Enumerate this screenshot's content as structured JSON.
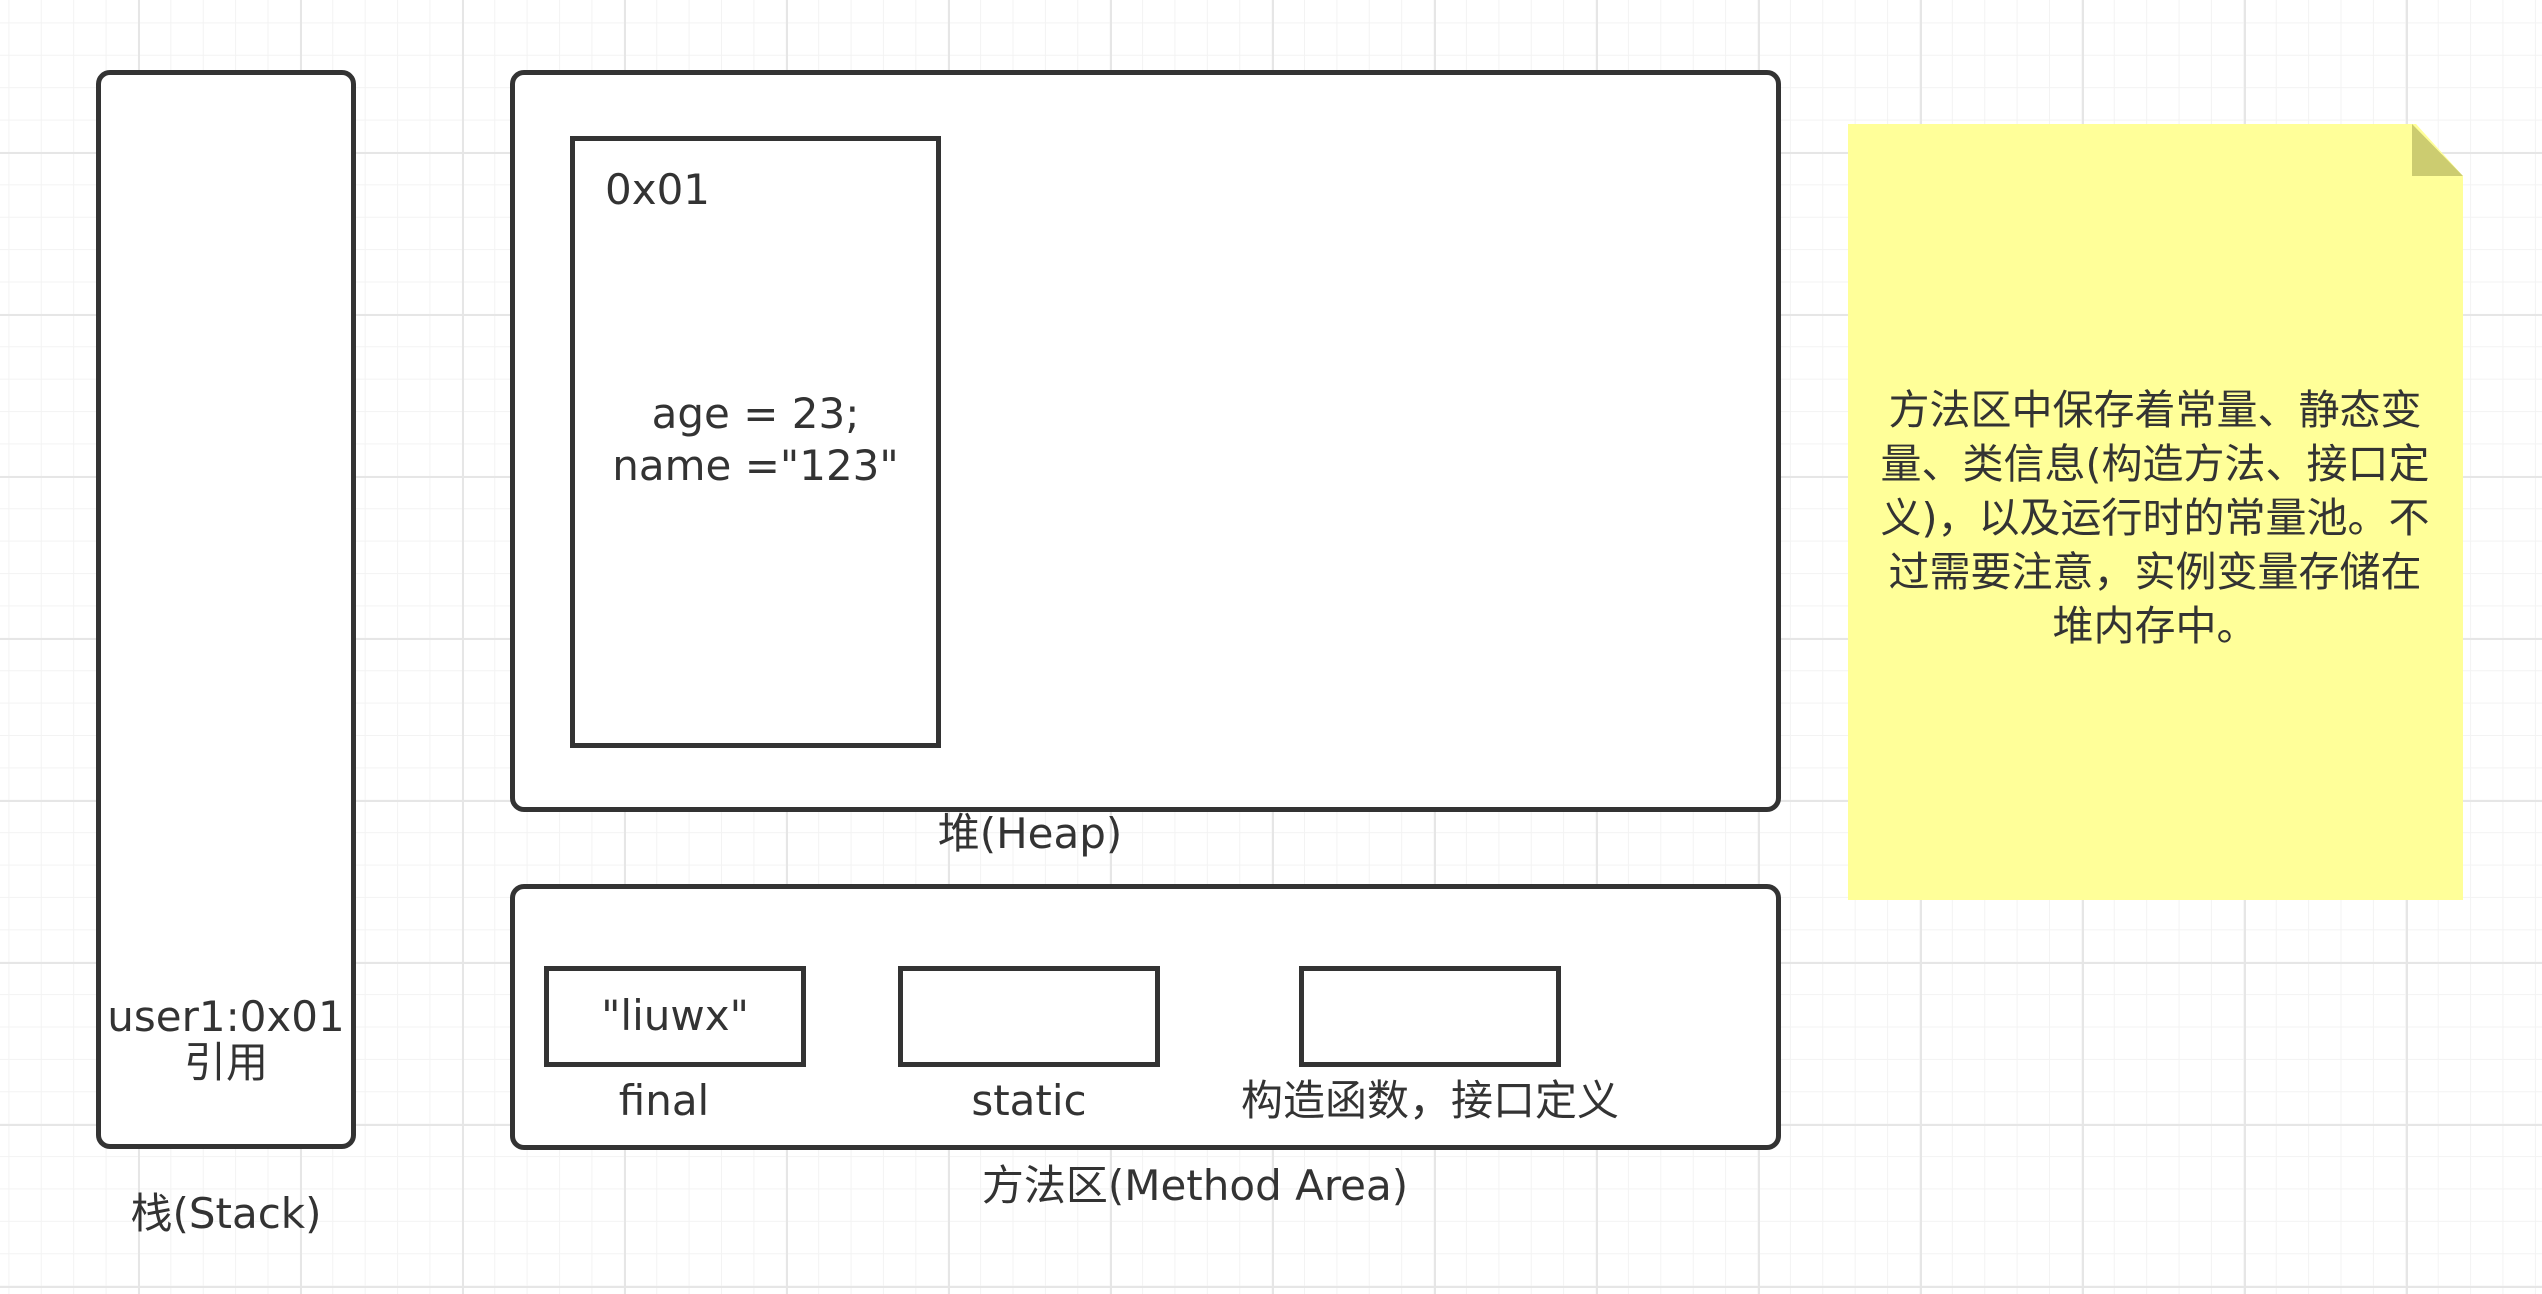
{
  "stack": {
    "content_line1": "user1:0x01",
    "content_line2": "引用",
    "caption": "栈(Stack)"
  },
  "heap": {
    "caption": "堆(Heap)",
    "object": {
      "address": "0x01",
      "field_line1": "age = 23;",
      "field_line2": "name =\"123\""
    }
  },
  "method_area": {
    "caption": "方法区(Method Area)",
    "slots": [
      {
        "value": "\"liuwx\"",
        "label": "final"
      },
      {
        "value": "",
        "label": "static"
      },
      {
        "value": "",
        "label": "构造函数，接口定义"
      }
    ]
  },
  "note": {
    "text": "方法区中保存着常量、静态变量、类信息(构造方法、接口定义)，以及运行时的常量池。不过需要注意，实例变量存储在堆内存中。"
  }
}
